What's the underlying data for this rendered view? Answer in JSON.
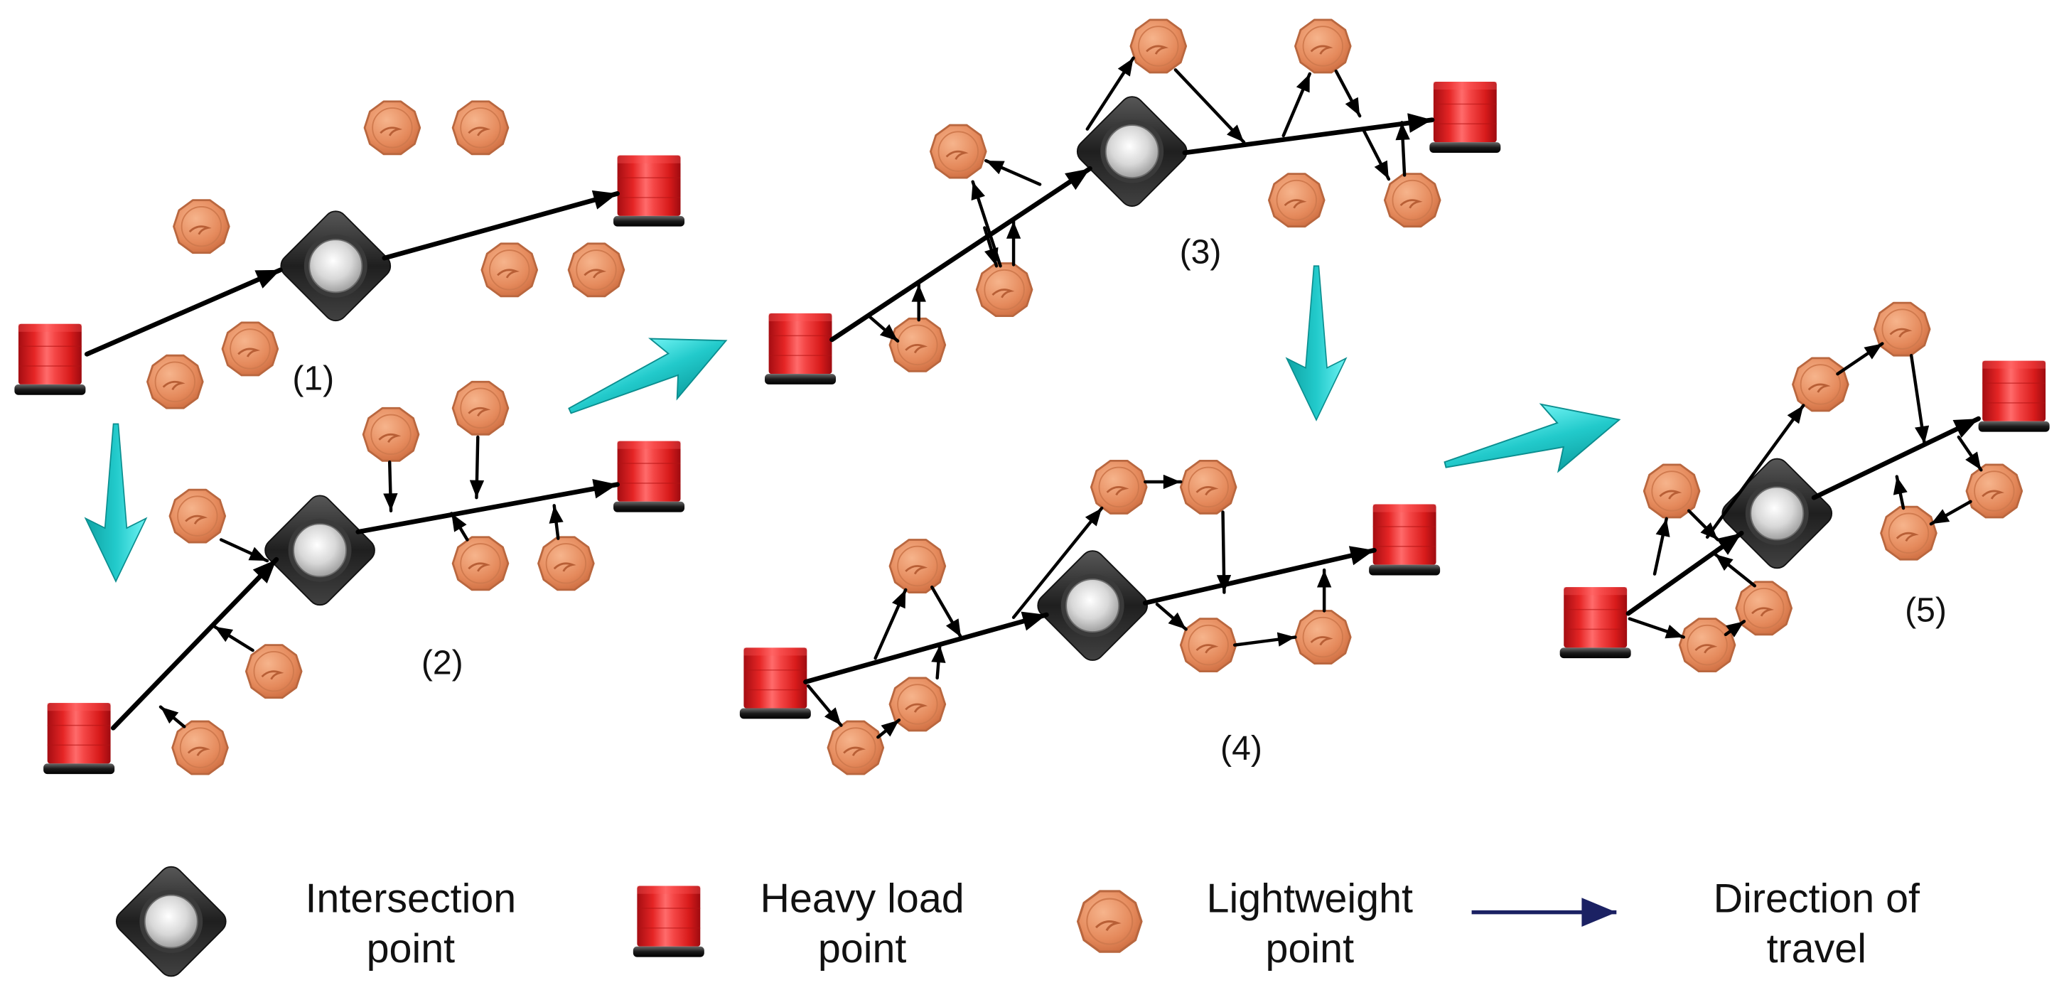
{
  "panel_labels": [
    "(1)",
    "(2)",
    "(3)",
    "(4)",
    "(5)"
  ],
  "legend": {
    "intersection": {
      "line1": "Intersection",
      "line2": "point"
    },
    "heavy": {
      "line1": "Heavy load",
      "line2": "point"
    },
    "light": {
      "line1": "Lightweight",
      "line2": "point"
    },
    "direction": {
      "line1": "Direction of",
      "line2": "travel"
    }
  },
  "colors": {
    "heavy_load": "#E82C2C",
    "lightweight": "#E58A5C",
    "intersection": "#2E2E2E",
    "transition_arrow": "#1FC7C8",
    "direction_arrow": "#1B2163",
    "path": "#000000"
  },
  "icons": {
    "heavy_load_point": "red-cylinder-icon",
    "lightweight_point": "copper-coin-icon",
    "intersection_point": "diamond-node-icon",
    "transition_arrow": "cyan-arrow-icon",
    "direction_arrow": "navy-arrow-icon"
  }
}
